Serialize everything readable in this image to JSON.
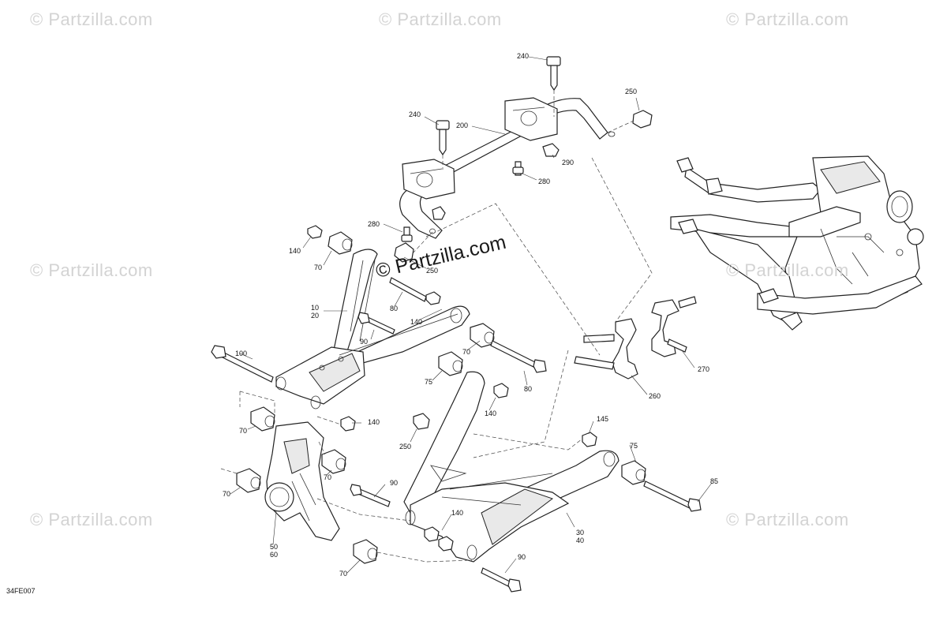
{
  "watermarks": {
    "corner_text": "© Partzilla.com",
    "center_text": "© Partzilla.com"
  },
  "diagram_code": "34FE007",
  "callouts": {
    "c240a": "240",
    "c250a": "250",
    "c240b": "240",
    "c200": "200",
    "c290": "290",
    "c280a": "280",
    "c280b": "280",
    "c250b": "250",
    "c140a": "140",
    "c70a": "70",
    "c10": "10",
    "c20": "20",
    "c80a": "80",
    "c140b": "140",
    "c90a": "90",
    "c100": "100",
    "c70b": "70",
    "c75a": "75",
    "c80b": "80",
    "c140c": "140",
    "c140d": "140",
    "c70c": "70",
    "c250c": "250",
    "c145": "145",
    "c75b": "75",
    "c85": "85",
    "c70d": "70",
    "c70e": "70",
    "c90b": "90",
    "c50": "50",
    "c60": "60",
    "c140e": "140",
    "c30": "30",
    "c40": "40",
    "c70f": "70",
    "c90c": "90",
    "c260": "260",
    "c270": "270"
  },
  "colors": {
    "line": "#222222",
    "watermark": "#d3d3d3",
    "background": "#ffffff"
  }
}
